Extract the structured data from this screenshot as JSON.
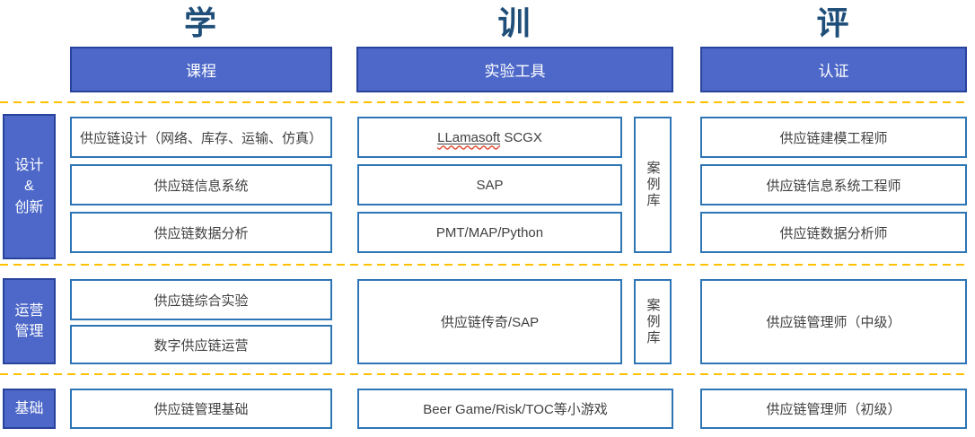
{
  "colors": {
    "bar_fill": "#4D68C8",
    "bar_border": "#28439C",
    "box_border": "#2E75B6",
    "box_text": "#404040",
    "dash_line": "#FFC000",
    "pillar_text": "#1F4E79"
  },
  "pillars": [
    {
      "char": "学",
      "header": "课程"
    },
    {
      "char": "训",
      "header": "实验工具"
    },
    {
      "char": "评",
      "header": "认证"
    }
  ],
  "sections": [
    {
      "label": "设计\n&\n创新",
      "courses": [
        "供应链设计（网络、库存、运输、仿真）",
        "供应链信息系统",
        "供应链数据分析"
      ],
      "tools": [
        {
          "underlined": "LLamasoft",
          "plain": " SCGX"
        },
        {
          "plain": "SAP"
        },
        {
          "plain": "PMT/MAP/Python"
        }
      ],
      "case_library": "案例库",
      "certs": [
        "供应链建模工程师",
        "供应链信息系统工程师",
        "供应链数据分析师"
      ]
    },
    {
      "label": "运营\n管理",
      "courses": [
        "供应链综合实验",
        "数字供应链运营"
      ],
      "tools": [
        {
          "plain": "供应链传奇/SAP"
        }
      ],
      "case_library": "案例库",
      "certs": [
        "供应链管理师（中级）"
      ]
    },
    {
      "label": "基础",
      "courses": [
        "供应链管理基础"
      ],
      "tools": [
        {
          "plain": "Beer Game/Risk/TOC等小游戏"
        }
      ],
      "certs": [
        "供应链管理师（初级）"
      ]
    }
  ]
}
